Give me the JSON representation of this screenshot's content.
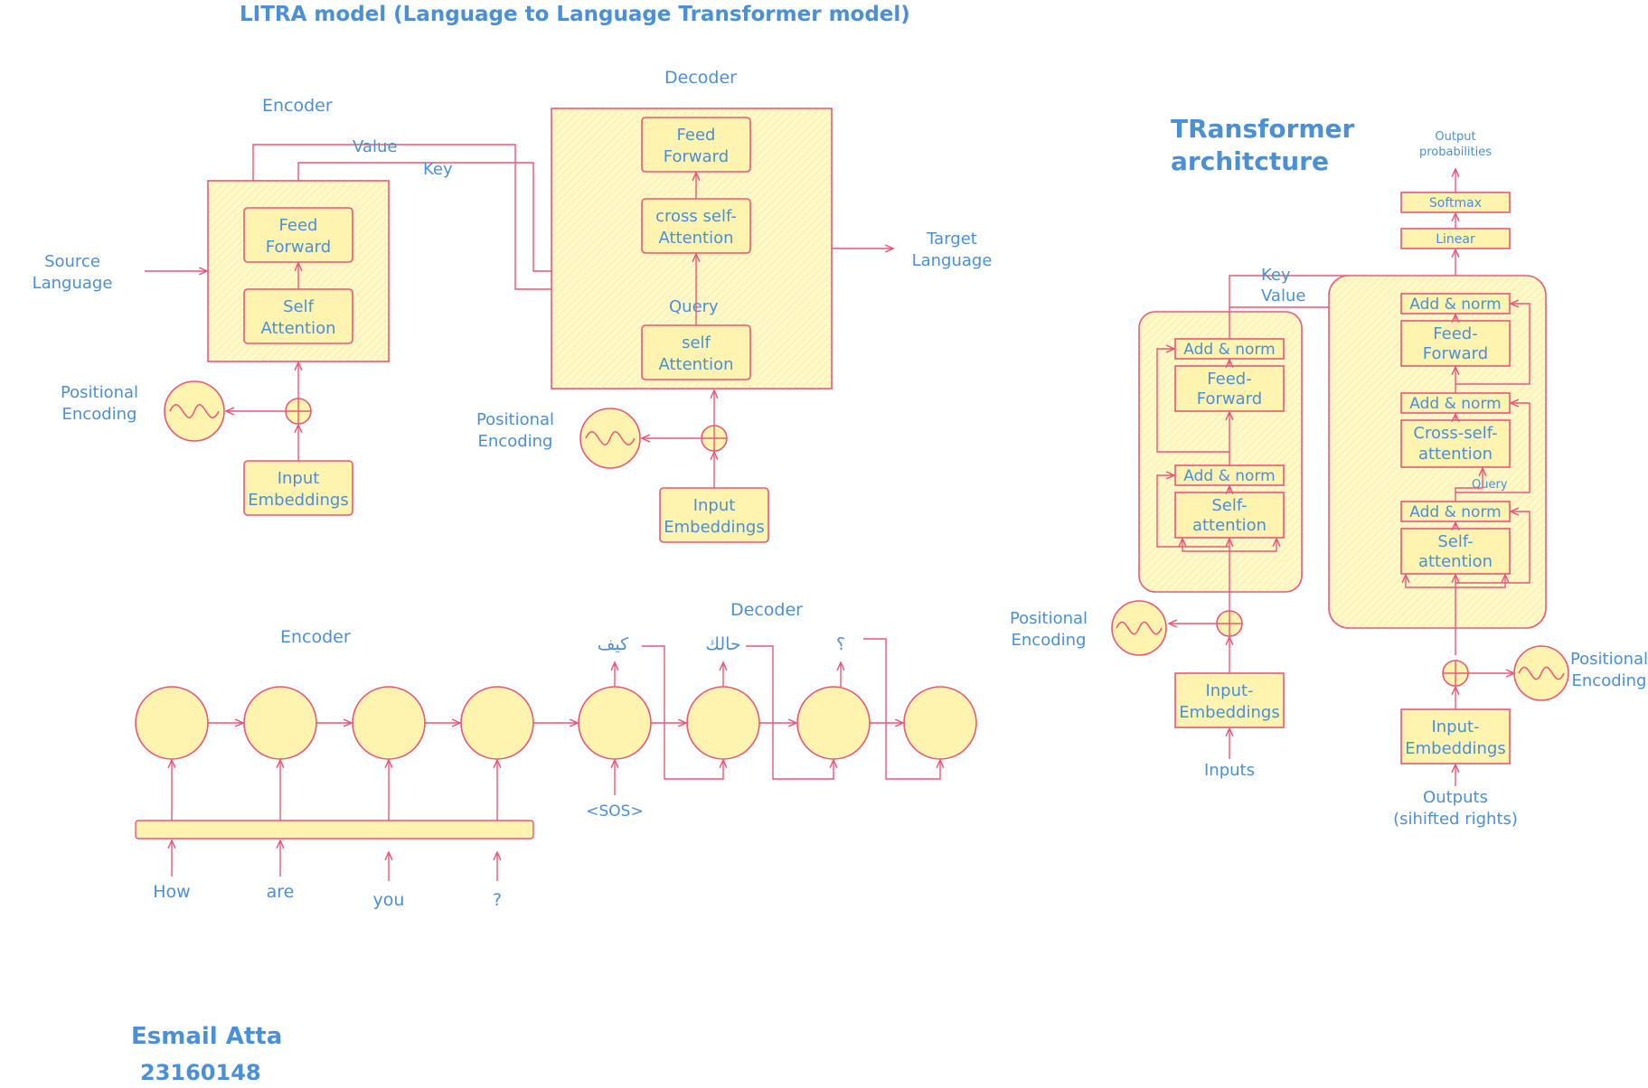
{
  "title": "LITRA model (Language to Language Transformer model)",
  "left": {
    "encoder_label": "Encoder",
    "decoder_label": "Decoder",
    "value_label": "Value",
    "key_label": "Key",
    "query_label": "Query",
    "source_language": [
      "Source",
      "Language"
    ],
    "target_language": [
      "Target",
      "Language"
    ],
    "enc_feed_forward": [
      "Feed",
      "Forward"
    ],
    "enc_self_attention": [
      "Self",
      "Attention"
    ],
    "dec_feed_forward": [
      "Feed",
      "Forward"
    ],
    "dec_cross_attention": [
      "cross self-",
      "Attention"
    ],
    "dec_self_attention": [
      "self",
      "Attention"
    ],
    "positional_encoding": [
      "Positional",
      "Encoding"
    ],
    "input_embeddings": [
      "Input",
      "Embeddings"
    ]
  },
  "sequence": {
    "encoder_label": "Encoder",
    "decoder_label": "Decoder",
    "inputs": [
      "How",
      "are",
      "you",
      "?"
    ],
    "start_token": "<SOS>",
    "outputs": [
      "كيف",
      "حالك",
      "؟"
    ]
  },
  "transformer": {
    "title": [
      "TRansformer",
      "architcture"
    ],
    "output_probabilities": [
      "Output",
      "probabilities"
    ],
    "softmax": "Softmax",
    "linear": "Linear",
    "key_label": "Key",
    "value_label": "Value",
    "query_label": "Query",
    "add_norm": "Add & norm",
    "feed_forward": [
      "Feed-",
      "Forward"
    ],
    "self_attention": [
      "Self-",
      "attention"
    ],
    "cross_attention": [
      "Cross-self-",
      "attention"
    ],
    "input_embeddings": [
      "Input-",
      "Embeddings"
    ],
    "inputs": "Inputs",
    "outputs": [
      "Outputs",
      "(sihifted rights)"
    ],
    "positional_encoding": [
      "Positional",
      "Encoding"
    ]
  },
  "author": {
    "name": "Esmail Atta",
    "id": "23160148"
  },
  "colors": {
    "label": "#4a90d9",
    "stroke": "#e8577a",
    "fill": "#fff3b0"
  }
}
